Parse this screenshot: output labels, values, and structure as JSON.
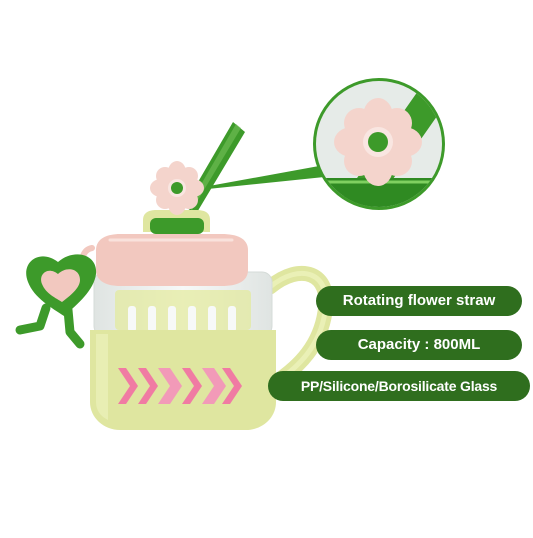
{
  "colors": {
    "label_bg": "#2f6e1e",
    "straw_green": "#3d9a2a",
    "cup_body": "#dfe6a0",
    "lid_pink": "#f2c8bf",
    "flower_pink": "#f4d4cc",
    "glass": "#eef1ef",
    "pattern_pink": "#f07ba3"
  },
  "features": [
    {
      "text": "Rotating flower straw"
    },
    {
      "text": "Capacity : 800ML"
    },
    {
      "text": "PP/Silicone/Borosilicate Glass"
    }
  ],
  "product": {
    "icons": [
      "flower-straw-icon",
      "heart-charm-icon",
      "zoom-callout-icon"
    ]
  }
}
